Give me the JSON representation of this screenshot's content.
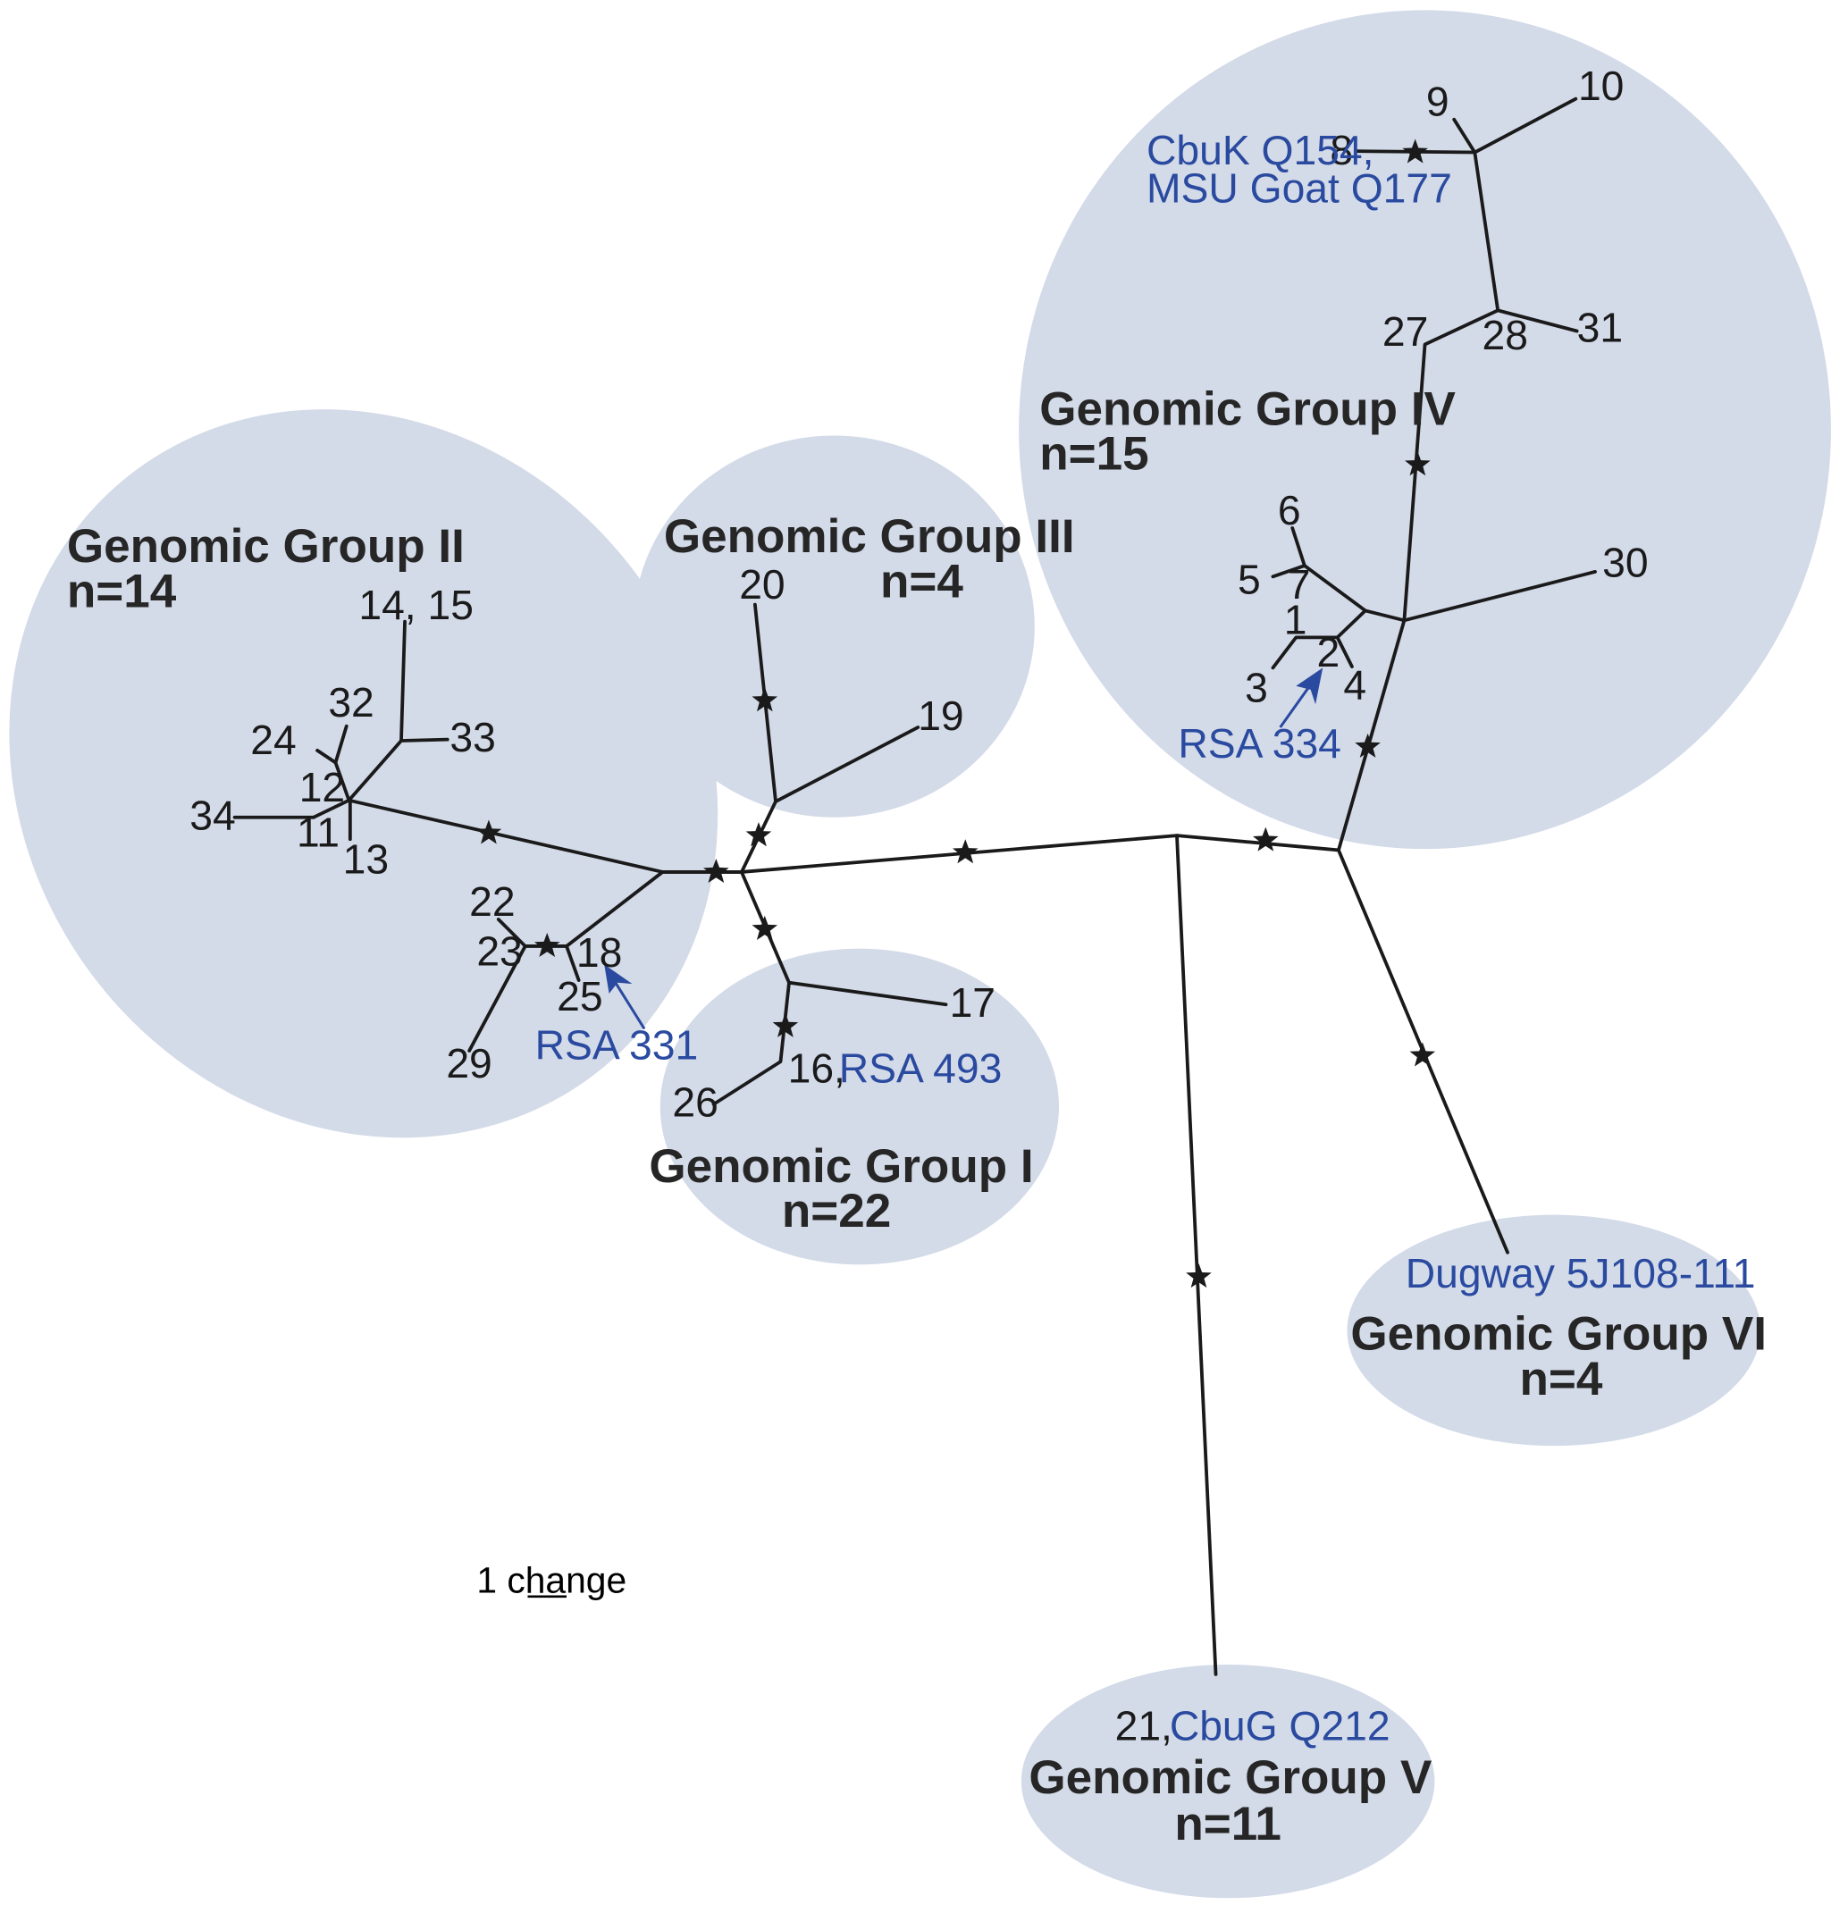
{
  "groups": {
    "g1": {
      "title": "Genomic Group I",
      "n": "n=22"
    },
    "g2": {
      "title": "Genomic Group II",
      "n": "n=14"
    },
    "g3": {
      "title": "Genomic Group III",
      "n": "n=4"
    },
    "g4": {
      "title": "Genomic Group IV",
      "n": "n=15"
    },
    "g5": {
      "title": "Genomic Group V",
      "n": "n=11"
    },
    "g6": {
      "title": "Genomic Group VI",
      "n": "n=4"
    }
  },
  "nodes": {
    "n1": "1",
    "n2": "2",
    "n3": "3",
    "n4": "4",
    "n5": "5",
    "n6": "6",
    "n7": "7",
    "n8": "8",
    "n9": "9",
    "n10": "10",
    "n11": "11",
    "n12": "12",
    "n13": "13",
    "n14_15": "14, 15",
    "n16": "16,",
    "n17": "17",
    "n18": "18",
    "n19": "19",
    "n20": "20",
    "n21": "21,",
    "n22": "22",
    "n23": "23",
    "n24": "24",
    "n25": "25",
    "n26": "26",
    "n27": "27",
    "n28": "28",
    "n29": "29",
    "n30": "30",
    "n31": "31",
    "n32": "32",
    "n33": "33",
    "n34": "34"
  },
  "strains": {
    "cbuk": "CbuK Q154,",
    "msu": "MSU Goat Q177",
    "rsa334": "RSA 334",
    "rsa331": "RSA 331",
    "rsa493": "RSA 493",
    "cbug": "CbuG Q212",
    "dugway": "Dugway 5J108-111"
  },
  "scale": {
    "label": "1 change"
  },
  "colors": {
    "group_fill": "#d3dae8",
    "strain_text": "#2a4aa0",
    "branch": "#1a1a1a"
  }
}
